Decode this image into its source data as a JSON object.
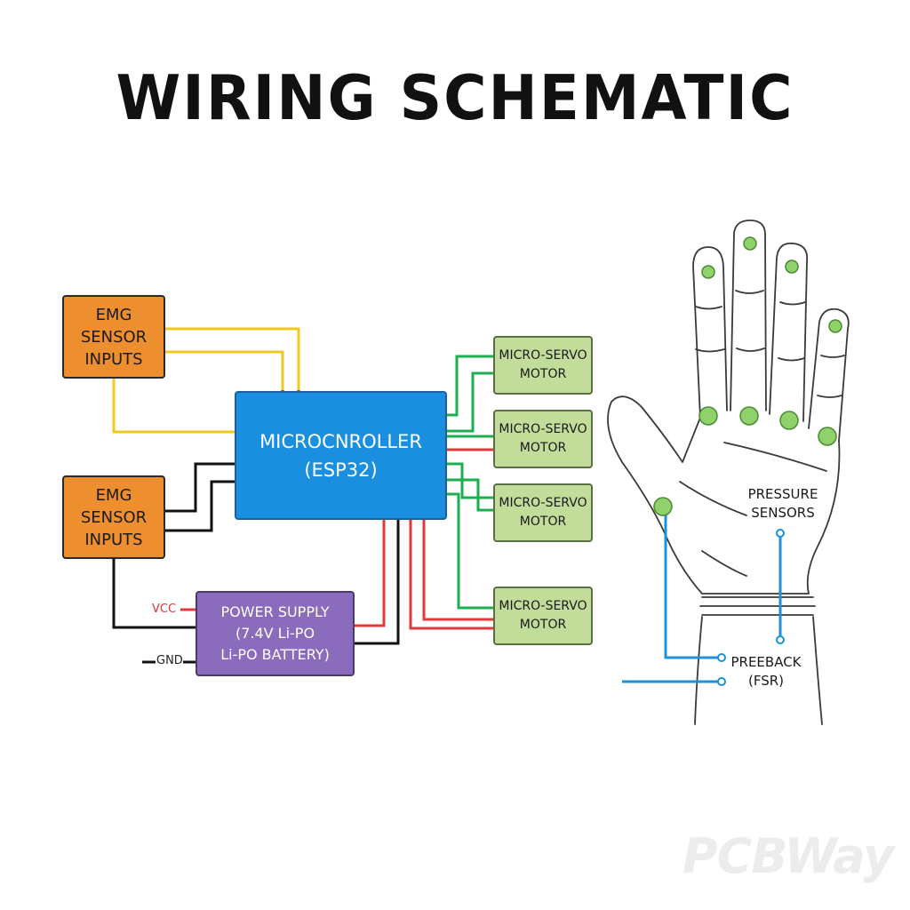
{
  "title": "WIRING SCHEMATIC",
  "emg_sensors": [
    {
      "lines": [
        "EMG",
        "SENSOR",
        "INPUTS"
      ]
    },
    {
      "lines": [
        "EMG",
        "SENSOR",
        "INPUTS"
      ]
    }
  ],
  "microcontroller": {
    "lines": [
      "MICROCNROLLER",
      "(ESP32)"
    ]
  },
  "power_supply": {
    "lines": [
      "POWER SUPPLY",
      "(7.4V Li-PO",
      "Li-PO BATTERY)"
    ]
  },
  "power_labels": {
    "vcc": "VCC",
    "gnd": "GND"
  },
  "servos": [
    {
      "lines": [
        "MICRO-SERVO",
        "MOTOR"
      ]
    },
    {
      "lines": [
        "MICRO-SERVO",
        "MOTOR"
      ]
    },
    {
      "lines": [
        "MICRO-SERVO",
        "MOTOR"
      ]
    },
    {
      "lines": [
        "MICRO-SERVO",
        "MOTOR"
      ]
    }
  ],
  "hand_labels": {
    "pressure": [
      "PRESSURE",
      "SENSORS"
    ],
    "feedback": [
      "PREEBACK",
      "(FSR)"
    ]
  },
  "watermark": "PCBWay",
  "colors": {
    "emg_box": "#ee8f2f",
    "microcontroller": "#1a8fe0",
    "power_supply": "#8b6bbb",
    "servo_box": "#c2dc9a",
    "wire_signal": "#f2c81e",
    "wire_ground": "#111111",
    "wire_power": "#e03a3a",
    "wire_servo": "#1fae4f",
    "wire_feedback": "#1b93d8",
    "sensor_dot": "#8fd16a"
  }
}
